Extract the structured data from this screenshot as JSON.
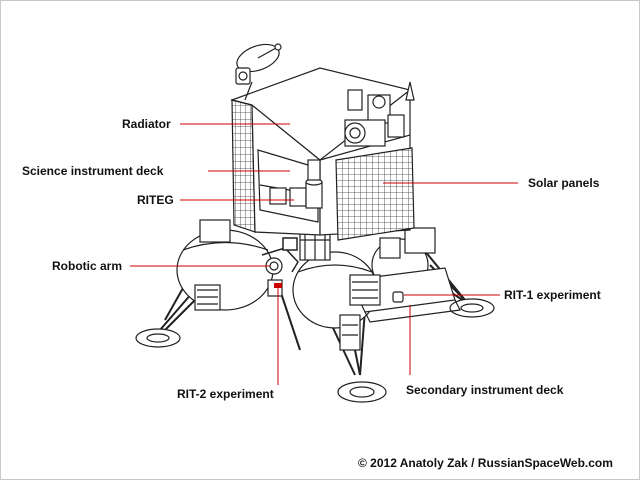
{
  "labels": {
    "radiator": "Radiator",
    "science_deck": "Science instrument deck",
    "riteg": "RITEG",
    "robotic_arm": "Robotic arm",
    "rit2": "RIT-2 experiment",
    "solar_panels": "Solar panels",
    "rit1": "RIT-1 experiment",
    "secondary_deck": "Secondary instrument deck"
  },
  "credit": "© 2012 Anatoly Zak / RussianSpaceWeb.com",
  "colors": {
    "leader": "#cc0000",
    "line": "#222222",
    "background": "#ffffff"
  }
}
